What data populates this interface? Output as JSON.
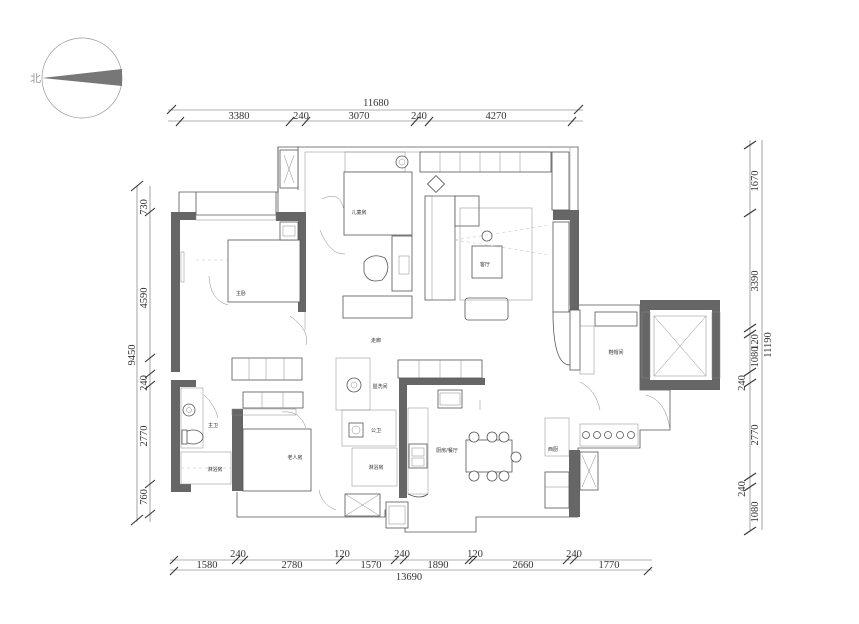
{
  "compass": {
    "label": "北"
  },
  "dimensions": {
    "top_total": "11680",
    "top_segments": [
      "3380",
      "240",
      "3070",
      "240",
      "4270"
    ],
    "bottom_total": "13690",
    "bottom_segments_row1": [
      "240",
      "120",
      "240",
      "120",
      "240"
    ],
    "bottom_segments_row2": [
      "1580",
      "2780",
      "1570",
      "1890",
      "2660",
      "1770"
    ],
    "left_total": "9450",
    "left_segments": [
      "730",
      "4590",
      "240",
      "2770",
      "760"
    ],
    "right_total": "11190",
    "right_segments": [
      "1670",
      "3390",
      "120",
      "1080",
      "240",
      "2770",
      "240",
      "1080"
    ]
  },
  "rooms": {
    "children_room": "儿童房",
    "living_room": "客厅",
    "master_bedroom": "主卧",
    "corridor": "走廊",
    "washroom": "盥洗间",
    "public_bath": "公卫",
    "master_bath": "主卫",
    "master_shower": "淋浴房",
    "elder_room": "老人房",
    "shower_room": "淋浴房",
    "kitchen_dining": "厨房/餐厅",
    "shoe_room": "鞋帽间",
    "western_kitchen": "西厨"
  }
}
